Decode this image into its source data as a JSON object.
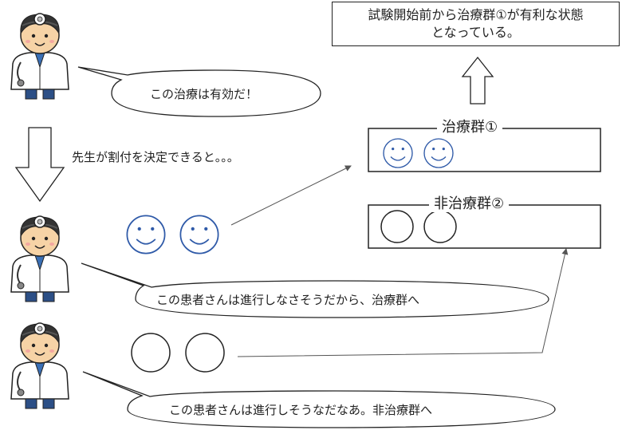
{
  "result_box": {
    "line1": "試験開始前から治療群①が有利な状態",
    "line2": "となっている。"
  },
  "doctor_top": {
    "speech": "この治療は有効だ！"
  },
  "arrow_caption": "先生が割付を決定できると。。。",
  "treatment_group": {
    "title": "治療群①"
  },
  "control_group": {
    "title": "非治療群②"
  },
  "doctor_middle": {
    "speech": "この患者さんは進行しなさそうだから、治療群へ"
  },
  "doctor_bottom": {
    "speech": "この患者さんは進行しそうなだなあ。非治療群へ"
  },
  "colors": {
    "line": "#222222",
    "face": "#2f5aa8",
    "skin": "#f6d3a6",
    "coat": "#ffffff",
    "hair": "#333333"
  }
}
